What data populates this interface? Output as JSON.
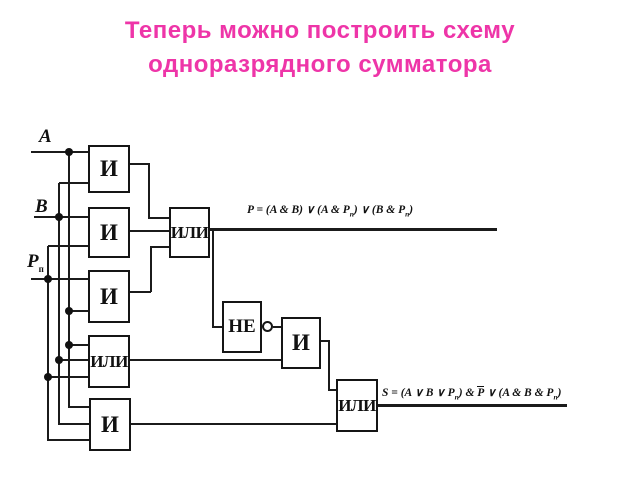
{
  "title": {
    "line1": "Теперь можно построить схему",
    "line2": "одноразрядного сумматора",
    "color": "#ee35a8"
  },
  "diagram": {
    "inputs": {
      "a": "A",
      "b": "B",
      "p": "P",
      "p_sub": "п"
    },
    "gates": {
      "and1": "И",
      "and2": "И",
      "and3": "И",
      "or1": "ИЛИ",
      "or2": "ИЛИ",
      "and5": "И",
      "not1": "НЕ",
      "and4": "И",
      "or3": "ИЛИ"
    },
    "formula_p": {
      "t1": "P = (A & B) ∨ (A & P",
      "s1": "п",
      "t2": ") ∨ (B & P",
      "s2": "п",
      "t3": ")"
    },
    "formula_s": {
      "t1": "S = (A ∨ B ∨ P",
      "s1": "п",
      "t2": ") & ",
      "ov": "P",
      "t3": " ∨ (A & B & P",
      "s2": "п",
      "t4": ")"
    },
    "colors": {
      "line": "#1b1b1b",
      "gate_fill": "#ffffff",
      "title": "#ee35a8"
    }
  }
}
